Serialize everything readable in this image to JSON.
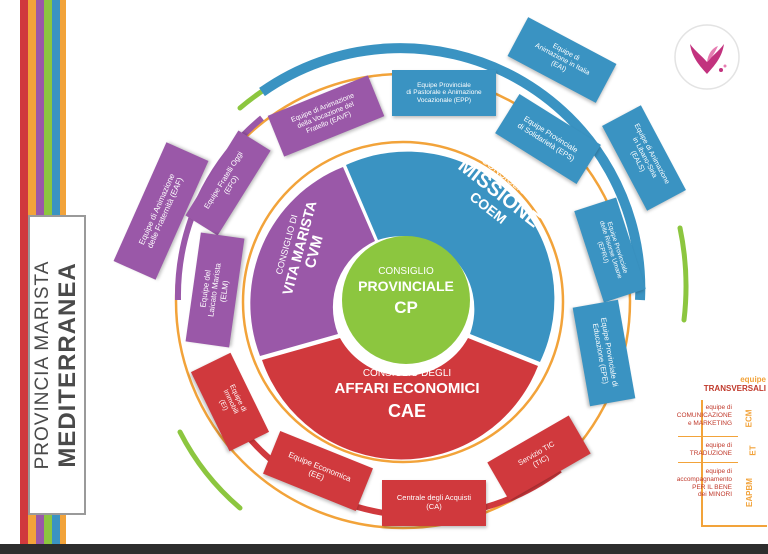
{
  "title": {
    "line1": "PROVINCIA MARISTA",
    "line2": "MEDITERRANEA"
  },
  "colors": {
    "blue": "#3a93c2",
    "purple": "#9a58a8",
    "red": "#d0393d",
    "green": "#8cc63f",
    "orange": "#f2a33a"
  },
  "center": {
    "line1": "CONSIGLIO",
    "line2": "PROVINCIALE",
    "line3": "CP"
  },
  "councils": {
    "missione": {
      "line1": "CONSIGLIO DI",
      "line2": "MISSIONE",
      "line3": "COEM"
    },
    "vita": {
      "line1": "CONSIGLIO DI",
      "line2": "VITA MARISTA",
      "line3": "CVM"
    },
    "affari": {
      "line1": "CONSIGLIO DEGLI",
      "line2": "AFFARI ECONOMICI",
      "line3": "CAE"
    }
  },
  "equipes_blue": {
    "eai": {
      "l1": "Equipe di",
      "l2": "Animazione in Italia",
      "l3": "(EAI)"
    },
    "epp": {
      "l1": "Equipe Provinciale",
      "l2": "di Pastorale e Animazione",
      "l3": "Vocazionale (EPP)"
    },
    "eps": {
      "l1": "Equipe Provinciale",
      "l2": "di Solidarietà (EPS)"
    },
    "eals": {
      "l1": "Equipe di Animazione",
      "l2": "in Libano-Siria",
      "l3": "(EALS)"
    },
    "epru": {
      "l1": "Equipe Provinciale",
      "l2": "delle Risorse Umane",
      "l3": "(EPRU)"
    },
    "epe": {
      "l1": "Equipe Provinciale di",
      "l2": "Educazione (EPE)"
    }
  },
  "equipes_purple": {
    "eaf": {
      "l1": "Equipe di Animazione",
      "l2": "delle Fraternità (EAF)"
    },
    "efo": {
      "l1": "Equipe Fratelli Oggi",
      "l2": "(EFO)"
    },
    "eavf": {
      "l1": "Equipe di Animazione",
      "l2": "della Vocazione del",
      "l3": "Fratello (EAVF)"
    },
    "elm": {
      "l1": "Equipe del",
      "l2": "Laicato Marista",
      "l3": "(ELM)"
    }
  },
  "equipes_red": {
    "ei": {
      "l1": "Equipe di",
      "l2": "Immobili",
      "l3": "(EI)"
    },
    "ee": {
      "l1": "Equipe Economica",
      "l2": "(EE)"
    },
    "ca": {
      "l1": "Centrale degli Acquisti",
      "l2": "(CA)"
    },
    "tic": {
      "l1": "Servizio TIC",
      "l2": "(TIC)"
    }
  },
  "transversal": {
    "title1": "equipe",
    "title2": "TRANSVERSALI",
    "items": [
      {
        "l1": "equipe di",
        "l2": "COMUNICAZIONE",
        "l3": "e MARKETING",
        "abbr": "ECM"
      },
      {
        "l1": "equipe di",
        "l2": "TRADUZIONE",
        "l3": "",
        "abbr": "ET"
      },
      {
        "l1": "equipe di",
        "l2": "accompagnamento",
        "l3": "PER IL BENE",
        "l4": "dei MINORI",
        "abbr": "EAPBM"
      }
    ]
  }
}
